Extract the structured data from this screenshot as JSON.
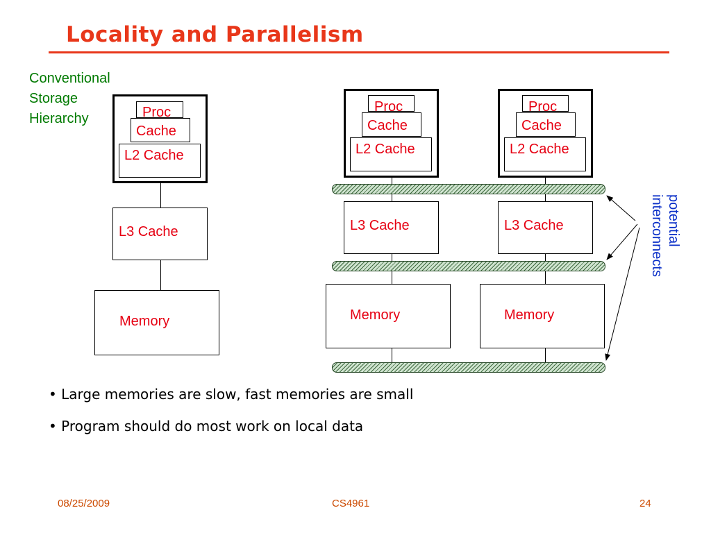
{
  "slide": {
    "title": "Locality and Parallelism",
    "annotation_left": "Conventional\nStorage\nHierarchy",
    "annotation_right": "potential\ninterconnects"
  },
  "labels": {
    "proc": "Proc",
    "cache": "Cache",
    "l2": "L2 Cache",
    "l3": "L3 Cache",
    "memory": "Memory"
  },
  "bullets": [
    "Large memories are slow, fast memories are small",
    "Program should do most work on local data"
  ],
  "footer": {
    "date": "08/25/2009",
    "course": "CS4961",
    "page": "24"
  }
}
